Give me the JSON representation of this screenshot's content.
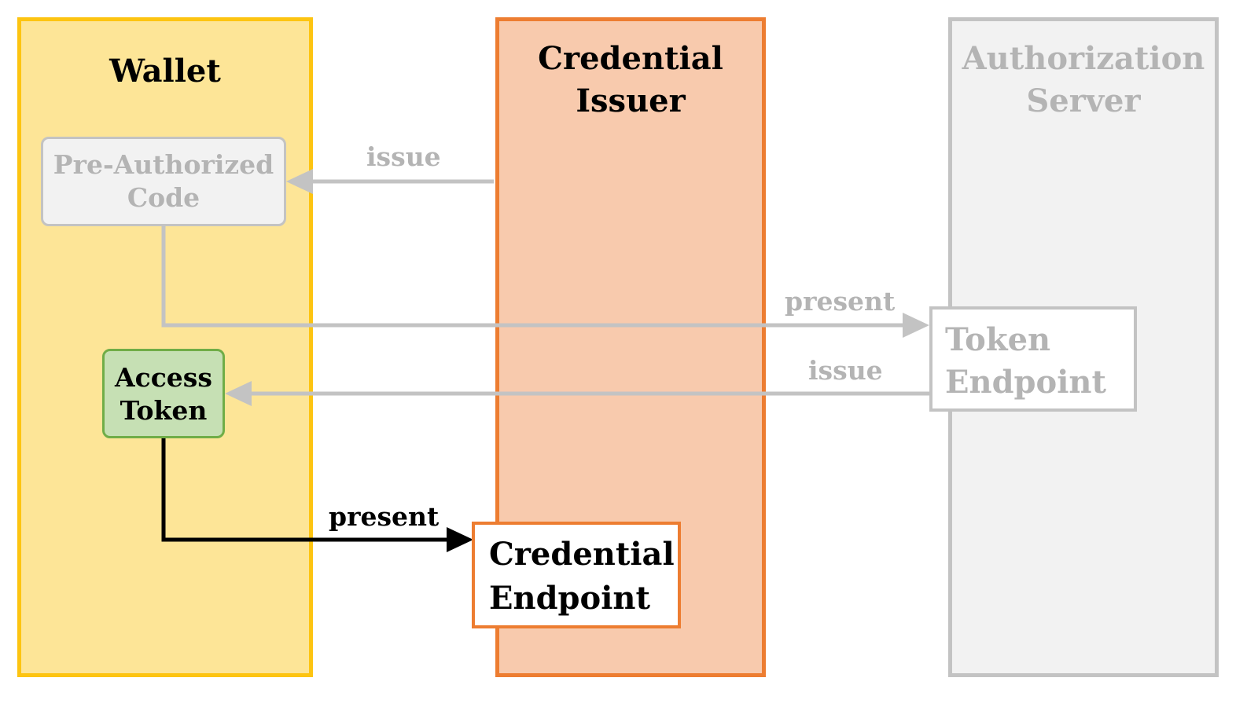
{
  "columns": {
    "wallet": {
      "title": "Wallet"
    },
    "issuer": {
      "title": "Credential\nIssuer"
    },
    "auth_server": {
      "title": "Authorization\nServer"
    }
  },
  "boxes": {
    "pre_authorized_code": "Pre-Authorized\nCode",
    "access_token": "Access\nToken",
    "token_endpoint": "Token\nEndpoint",
    "credential_endpoint": "Credential\nEndpoint"
  },
  "edges": {
    "issue_code": "issue",
    "present_code": "present",
    "issue_token": "issue",
    "present_token": "present"
  },
  "colors": {
    "wallet_fill": "#fde597",
    "wallet_border": "#fdc411",
    "issuer_fill": "#f8caad",
    "issuer_border": "#ed7d31",
    "auth_fill": "#f2f2f2",
    "auth_border": "#c3c3c3",
    "inactive_text": "#b4b4b4",
    "access_token_fill": "#c6e0b4",
    "access_token_border": "#70ad47",
    "active_arrow": "#000000",
    "inactive_arrow": "#c3c3c3"
  }
}
